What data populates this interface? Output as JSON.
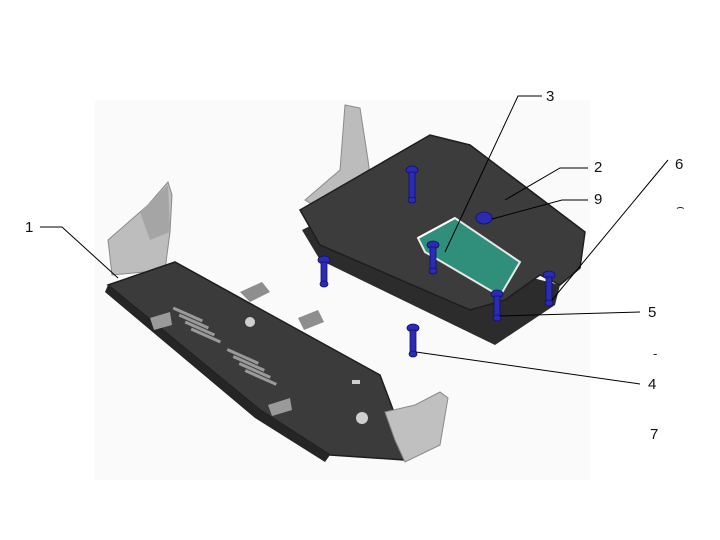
{
  "callouts": {
    "c1": "1",
    "c2": "2",
    "c3": "3",
    "c4": "4",
    "c5": "5",
    "c6": "6",
    "c7": "7",
    "c9": "9"
  },
  "marks": {
    "tilde": "⌢",
    "dash": "-"
  },
  "colors": {
    "plate": "#3a3a3a",
    "plate_edge": "#1e1e1e",
    "bracket": "#b9b9b9",
    "bolt": "#2a2ab8",
    "insert": "#2e8e7a",
    "leader": "#000000"
  }
}
